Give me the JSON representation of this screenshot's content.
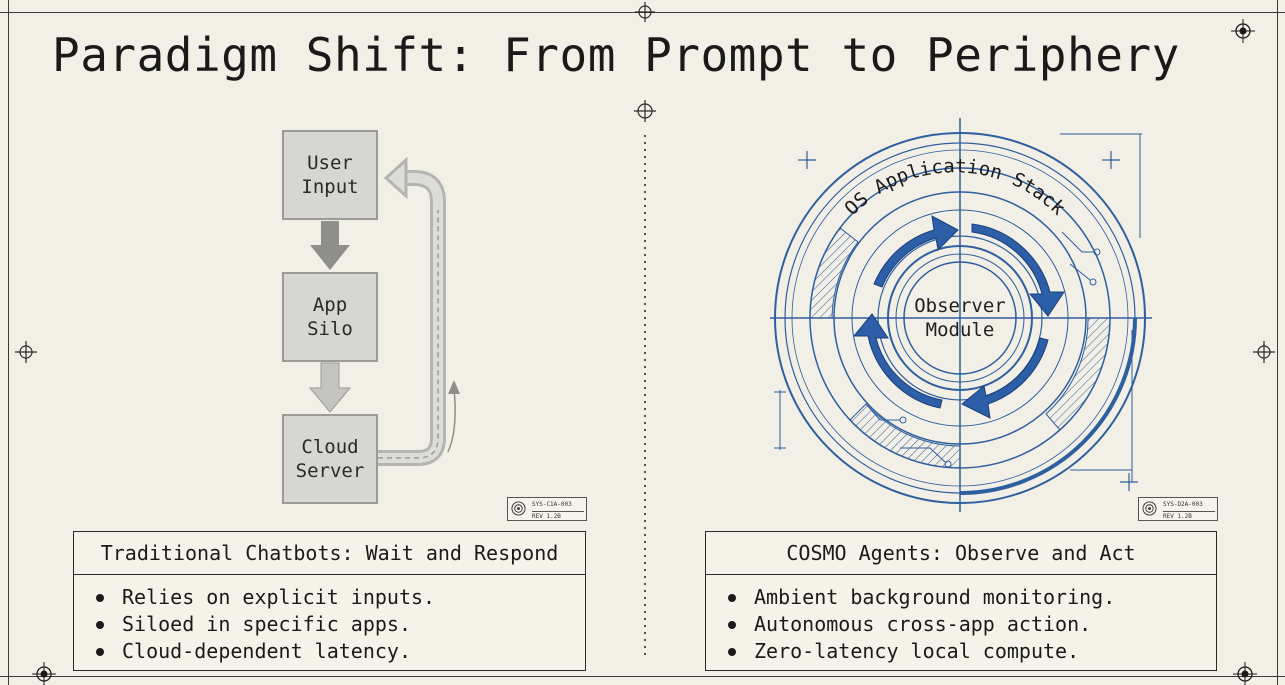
{
  "title": "Paradigm Shift: From Prompt to Periphery",
  "left": {
    "flow": [
      {
        "line1": "User",
        "line2": "Input"
      },
      {
        "line1": "App",
        "line2": "Silo"
      },
      {
        "line1": "Cloud",
        "line2": "Server"
      }
    ],
    "stamp": {
      "code": "SYS-C1A-003",
      "rev": "REV 1.2B"
    },
    "panel": {
      "heading": "Traditional Chatbots: Wait and Respond",
      "bullets": [
        "Relies on explicit inputs.",
        "Siloed in specific apps.",
        "Cloud-dependent latency."
      ]
    }
  },
  "right": {
    "ring_label": "OS Application Stack",
    "core_line1": "Observer",
    "core_line2": "Module",
    "stamp": {
      "code": "SYS-D2A-003",
      "rev": "REV 1.2B"
    },
    "panel": {
      "heading": "COSMO Agents: Observe and Act",
      "bullets": [
        "Ambient background monitoring.",
        "Autonomous cross-app action.",
        "Zero-latency local compute."
      ]
    }
  },
  "colors": {
    "paper": "#f2efe6",
    "flow_box": "#d6d6d2",
    "flow_arrow": "#b4b4b0",
    "blueprint": "#2e5f9e",
    "arrow_blue": "#2d5ea8"
  }
}
